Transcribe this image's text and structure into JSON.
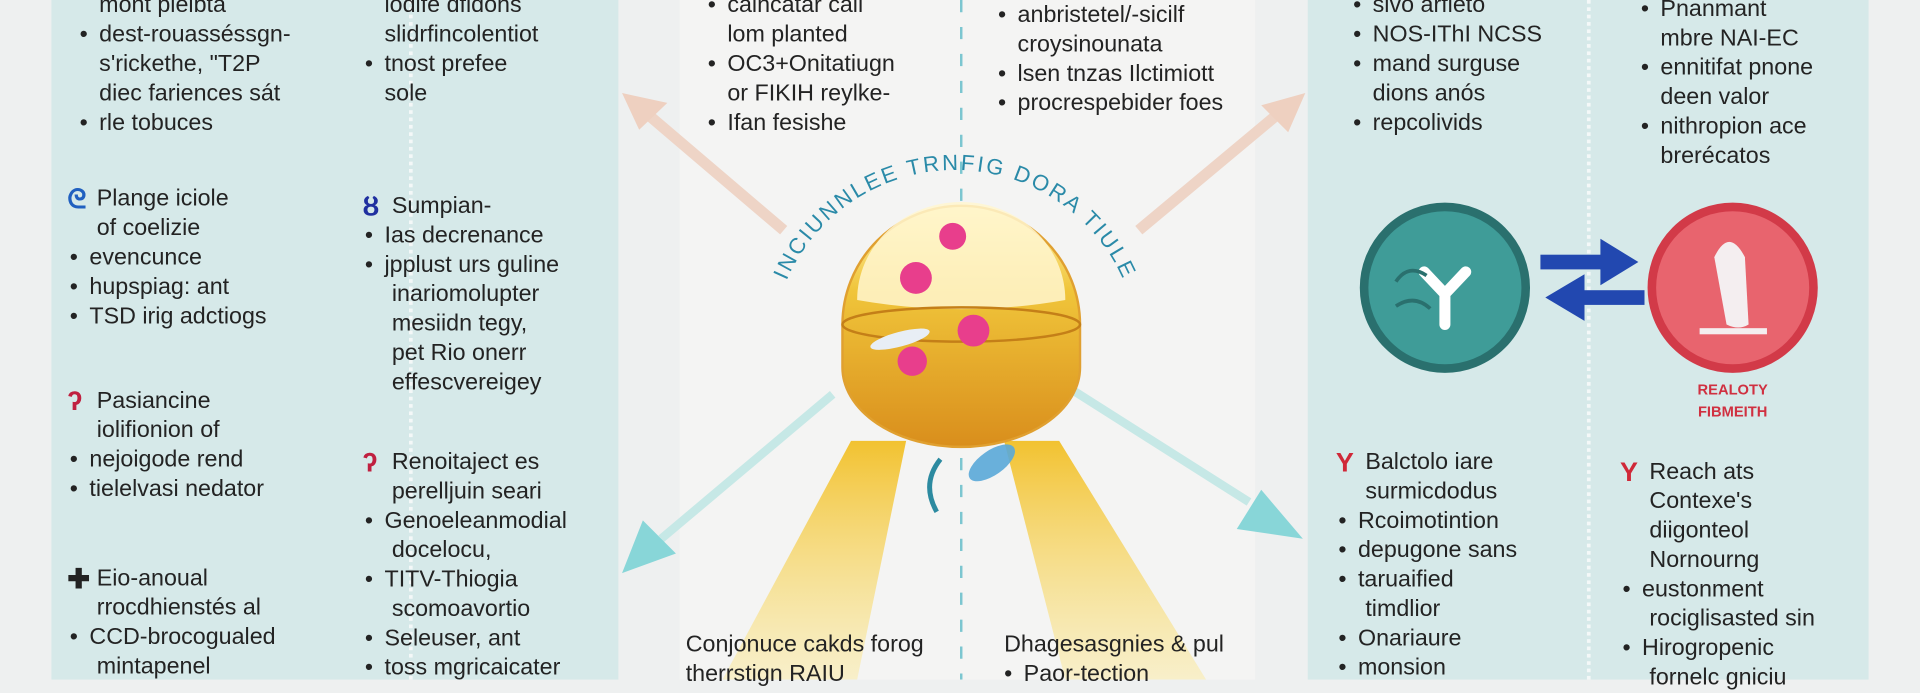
{
  "colors": {
    "panel": "#d6e9e9",
    "teal": "#2f7f7c",
    "red": "#d9444f",
    "arrow_blue": "#2248b0",
    "curve_title": "#2a8aa8"
  },
  "center_title": "INCIUNNLEE TRNFIG DORA TIULE",
  "blocks": {
    "l1a": [
      {
        "t": "mont plelbta"
      },
      {
        "t": "dest-rouasséssgn-",
        "b": true
      },
      {
        "t": "s'rickethe, \"T2P"
      },
      {
        "t": "diec fariences sát"
      },
      {
        "t": "rle tobuces",
        "b": true
      }
    ],
    "l1b": [
      {
        "t": "Plange iciole",
        "h": true
      },
      {
        "t": "of coelizie"
      },
      {
        "t": "evencunce",
        "b": true
      },
      {
        "t": "hupspiag: ant",
        "b": true
      },
      {
        "t": "TSD irig adctiogs",
        "b": true
      }
    ],
    "l1c": [
      {
        "t": "Pasiancine",
        "h": true
      },
      {
        "t": "iolifionion of"
      },
      {
        "t": "nejoigode rend",
        "b": true
      },
      {
        "t": "tielelvasi nedator",
        "b": true
      }
    ],
    "l1d": [
      {
        "t": "Eio-anoual",
        "h": true
      },
      {
        "t": "rrocdhienstés al"
      },
      {
        "t": "CCD-brocogualed",
        "b": true
      },
      {
        "t": "mintapenel"
      }
    ],
    "l2a": [
      {
        "t": "iodife dfidons"
      },
      {
        "t": "slidrfincolentiot"
      },
      {
        "t": "tnost prefee",
        "b": true
      },
      {
        "t": "sole"
      }
    ],
    "l2b": [
      {
        "t": "Sumpian-",
        "h": true
      },
      {
        "t": "Ias decrenance",
        "b": true
      },
      {
        "t": "jpplust urs guline",
        "b": true
      },
      {
        "t": "inariomolupter"
      },
      {
        "t": "mesiidn tegy,"
      },
      {
        "t": "pet Rio onerr"
      },
      {
        "t": "effescvereigey"
      }
    ],
    "l2c": [
      {
        "t": "Renoitaject es",
        "h": true
      },
      {
        "t": "perelljuin seari"
      },
      {
        "t": "Genoeleanmodial",
        "b": true
      },
      {
        "t": "docelocu,"
      },
      {
        "t": "TITV-Thiogia",
        "b": true
      },
      {
        "t": "scomoavortio"
      },
      {
        "t": "Seleuser, ant",
        "b": true
      },
      {
        "t": "toss mgricaicater",
        "b": true
      }
    ],
    "c1": [
      {
        "t": "calncatar cail",
        "b": true
      },
      {
        "t": "lom planted"
      },
      {
        "t": "OC3+Onitatiugn",
        "b": true
      },
      {
        "t": "or FIKIH reylke-"
      },
      {
        "t": "Ifan fesishe",
        "b": true
      }
    ],
    "c2": [
      {
        "t": "anbristetel/-sicilf",
        "b": true
      },
      {
        "t": "croysinounata"
      },
      {
        "t": "lsen tnzas Ilctimiott",
        "b": true
      },
      {
        "t": "procrespebider foes",
        "b": true
      }
    ],
    "c3": [
      {
        "t": "Conjonuce cakds forog",
        "h": true
      },
      {
        "t": "therrstign RAIU",
        "h": true
      }
    ],
    "c4": [
      {
        "t": "Dhagesasgnies & pul",
        "h": true
      },
      {
        "t": "Paor-tection",
        "b": true
      }
    ],
    "r1a": [
      {
        "t": "slvo arfieto",
        "b": true
      },
      {
        "t": "NOS-IThI NCSS",
        "b": true
      },
      {
        "t": "mand surguse",
        "b": true
      },
      {
        "t": "dions anós"
      },
      {
        "t": "repcolivids",
        "b": true
      }
    ],
    "r1b": [
      {
        "t": "Balctolo iare",
        "h": true
      },
      {
        "t": "surmicdodus"
      },
      {
        "t": "Rcoimotintion",
        "b": true
      },
      {
        "t": "depugone sans",
        "b": true
      },
      {
        "t": "taruaified",
        "b": true
      },
      {
        "t": "timdlior"
      },
      {
        "t": "Onariaure",
        "b": true
      },
      {
        "t": "monsion",
        "b": true
      }
    ],
    "r2a": [
      {
        "t": "Pnanmant",
        "b": true
      },
      {
        "t": "mbre NAI-EC"
      },
      {
        "t": "ennitifat pnone",
        "b": true
      },
      {
        "t": "deen valor"
      },
      {
        "t": "nithropion ace",
        "b": true
      },
      {
        "t": "brerécatos"
      }
    ],
    "r2b": [
      {
        "t": "Reach ats",
        "h": true
      },
      {
        "t": "Contexe's"
      },
      {
        "t": "diigonteol"
      },
      {
        "t": "Nornourng"
      },
      {
        "t": "eustonment",
        "b": true
      },
      {
        "t": "rociglisasted sin"
      },
      {
        "t": "Hirogropenic",
        "b": true
      },
      {
        "t": "fornelc gniciu"
      }
    ]
  },
  "badge": {
    "line1": "REALOTY",
    "line2": "FIBMEITH"
  },
  "icons": {
    "l1b": "dna-icon",
    "l1c": "hook-icon",
    "l1d": "plus-icon",
    "l2b": "knot-icon",
    "l2c": "hook-icon",
    "r1b": "receptor-icon",
    "r2b": "receptor-icon"
  }
}
